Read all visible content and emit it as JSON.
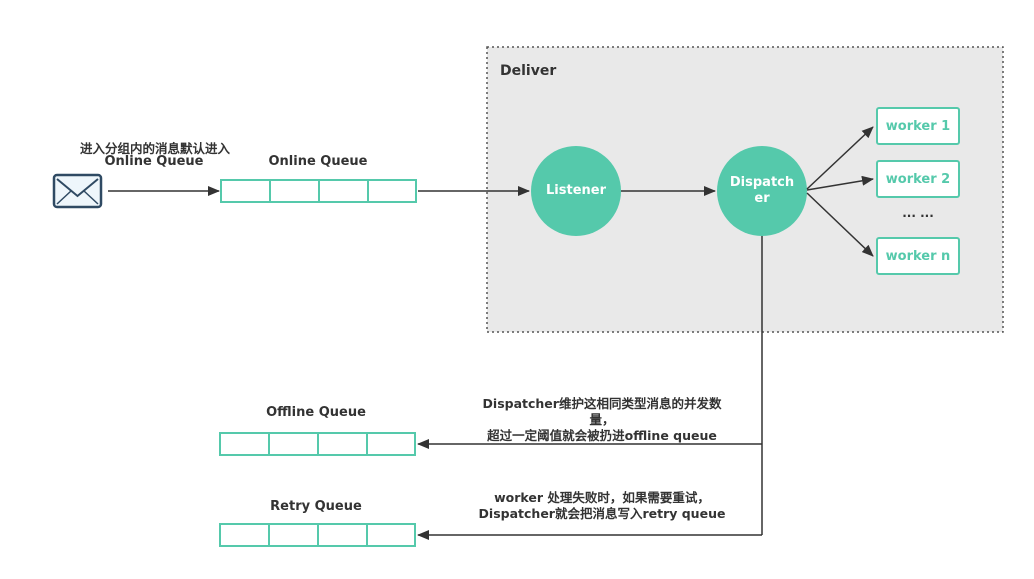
{
  "deliver": {
    "title": "Deliver"
  },
  "entry": {
    "line1": "进入分组内的消息默认进入",
    "line2": "Online Queue"
  },
  "queues": {
    "online": "Online Queue",
    "offline": "Offline Queue",
    "retry": "Retry Queue"
  },
  "nodes": {
    "listener": "Listener",
    "dispatcher_line1": "Dispatch",
    "dispatcher_line2": "er"
  },
  "workers": [
    "worker 1",
    "worker 2",
    "worker n"
  ],
  "workers_ellipsis": "... ...",
  "notes": {
    "offline_line1": "Dispatcher维护这相同类型消息的并发数",
    "offline_line2": "量，",
    "offline_line3": "超过一定阈值就会被扔进offline queue",
    "retry_line1": "worker 处理失败时，如果需要重试，",
    "retry_line2": "Dispatcher就会把消息写入retry queue"
  },
  "icons": {
    "message": "envelope-icon"
  },
  "colors": {
    "accent": "#55c9ab",
    "deliver_bg": "#e9e9e9",
    "line": "#333333",
    "envelope": "#2f4a63"
  }
}
